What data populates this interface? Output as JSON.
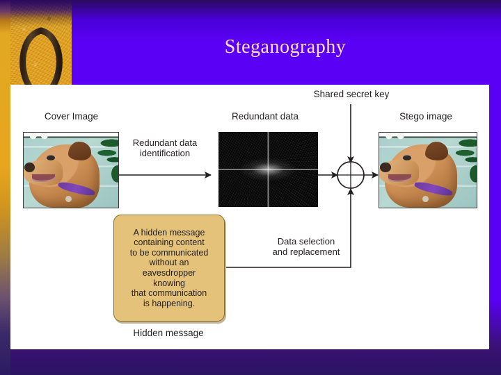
{
  "slide": {
    "title": "Steganography",
    "background_color": "#5500EE",
    "title_color": "#FFE0BE",
    "panel_color": "#FFFFFF",
    "accent_sand_color": "#E7A61E"
  },
  "diagram": {
    "labels": {
      "cover_image": "Cover Image",
      "redundant_data": "Redundant data",
      "stego_image": "Stego image",
      "shared_secret_key": "Shared secret key",
      "redundant_data_identification": "Redundant data\nidentification",
      "data_selection_and_replacement": "Data selection\nand replacement",
      "hidden_message_caption": "Hidden message"
    },
    "hidden_message_text": "A hidden message\ncontaining content\nto be communicated\nwithout an\neavesdropper\nknowing\nthat communication\nis happening.",
    "message_box_fill": "#E5C279",
    "message_box_border": "#8A6A22",
    "wire_color": "#231F20",
    "nodes": [
      {
        "id": "cover-image",
        "type": "photo",
        "label": "Cover Image"
      },
      {
        "id": "redundant-data",
        "type": "noise",
        "label": "Redundant data"
      },
      {
        "id": "combiner",
        "type": "circle-junction",
        "label": ""
      },
      {
        "id": "stego-image",
        "type": "photo",
        "label": "Stego image"
      },
      {
        "id": "hidden-message",
        "type": "rounded-box",
        "label": "Hidden message"
      }
    ],
    "edges": [
      {
        "from": "cover-image",
        "to": "redundant-data",
        "label": "Redundant data identification"
      },
      {
        "from": "redundant-data",
        "to": "combiner",
        "label": ""
      },
      {
        "from": "shared-secret-key",
        "to": "combiner",
        "label": "Shared secret key"
      },
      {
        "from": "hidden-message",
        "to": "combiner",
        "label": "Data selection and replacement"
      },
      {
        "from": "combiner",
        "to": "stego-image",
        "label": ""
      }
    ]
  }
}
